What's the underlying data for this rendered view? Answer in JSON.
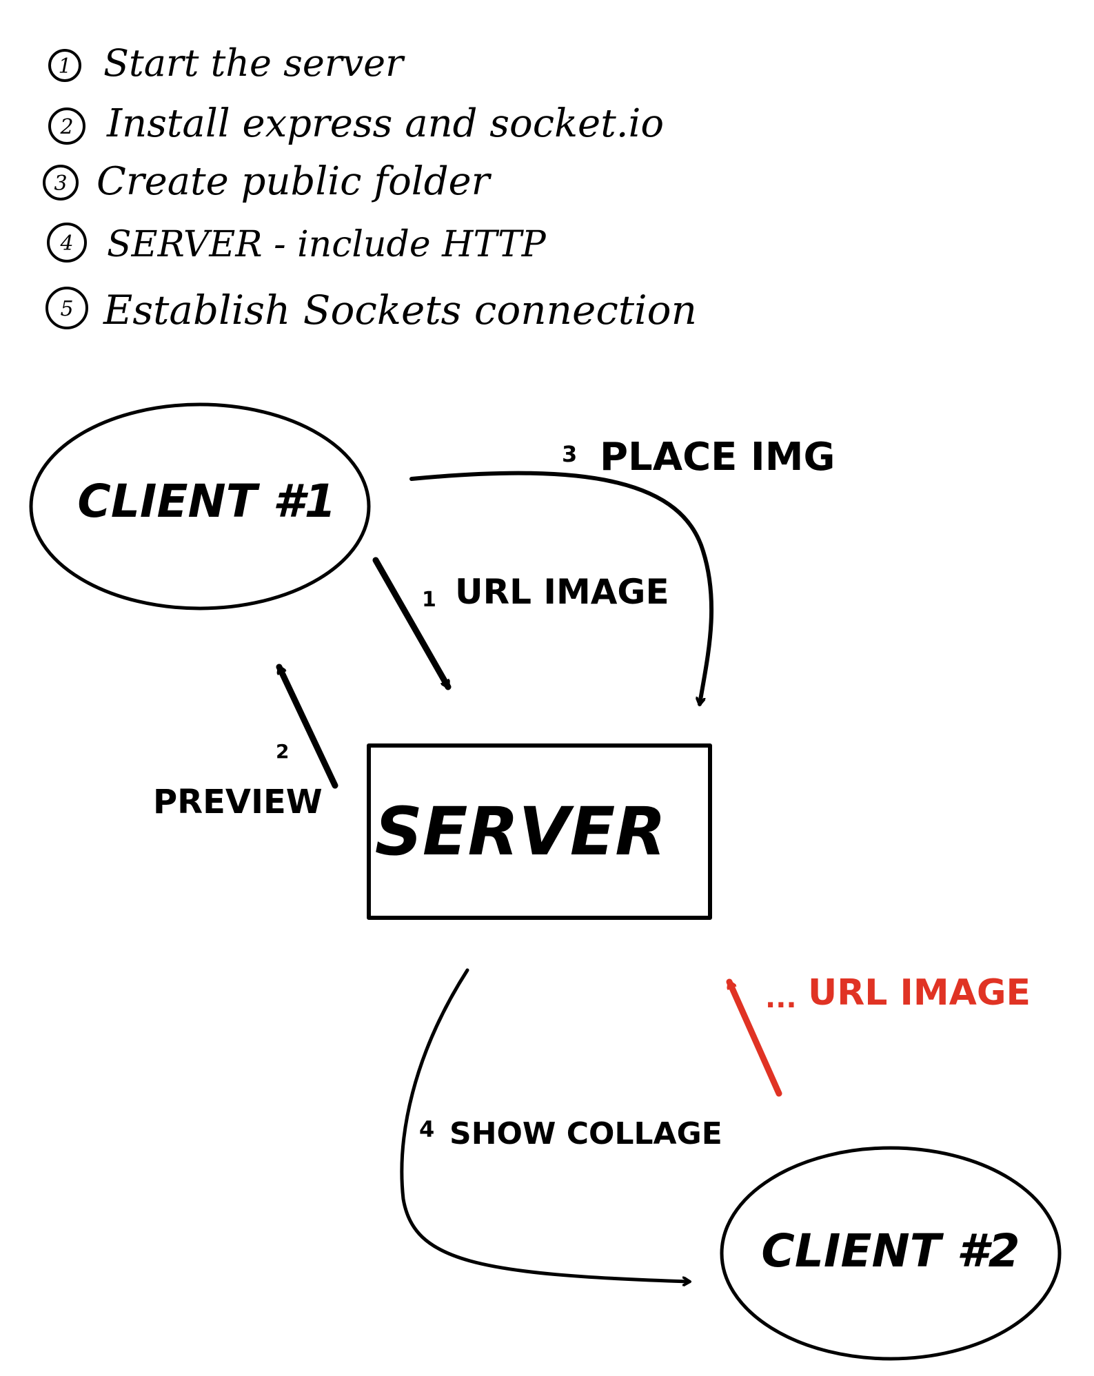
{
  "colors": {
    "ink": "#000000",
    "accent": "#e03324",
    "background": "#ffffff"
  },
  "steps": [
    {
      "num": "1",
      "text": "Start the server"
    },
    {
      "num": "2",
      "text": "Install express and socket.io"
    },
    {
      "num": "3",
      "text": "Create public folder"
    },
    {
      "num": "4",
      "text": "SERVER - include HTTP"
    },
    {
      "num": "5",
      "text": "Establish Sockets connection"
    }
  ],
  "nodes": {
    "client1": "CLIENT #1",
    "server": "SERVER",
    "client2": "CLIENT #2"
  },
  "arrows": {
    "url_image": {
      "num": "1",
      "label": "URL IMAGE"
    },
    "preview": {
      "num": "2",
      "label": "PREVIEW"
    },
    "place_img": {
      "num": "3",
      "label": "PLACE IMG"
    },
    "show_collage": {
      "num": "4",
      "label": "SHOW COLLAGE"
    },
    "client2_url_image": {
      "prefix": "...",
      "label": "URL IMAGE"
    }
  }
}
